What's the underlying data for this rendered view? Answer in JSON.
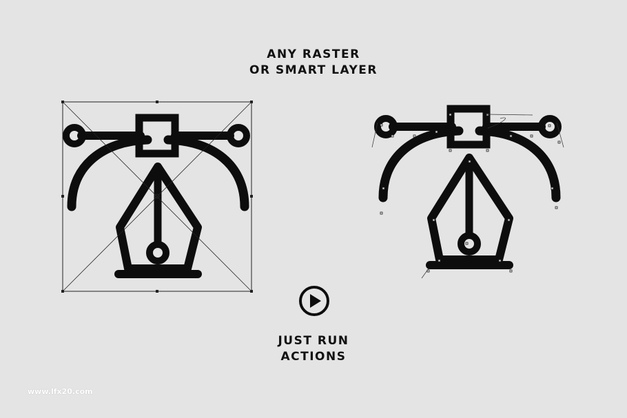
{
  "captions": {
    "top_line1": "ANY RASTER",
    "top_line2": "OR SMART LAYER",
    "bottom_line1": "JUST RUN",
    "bottom_line2": "ACTIONS"
  },
  "watermark": "www.lfx20.com",
  "colors": {
    "background": "#e4e4e4",
    "ink": "#0d0d0d"
  },
  "icons": {
    "left": "pen-tool-icon",
    "right": "pen-tool-vector-icon",
    "play": "play-icon"
  }
}
